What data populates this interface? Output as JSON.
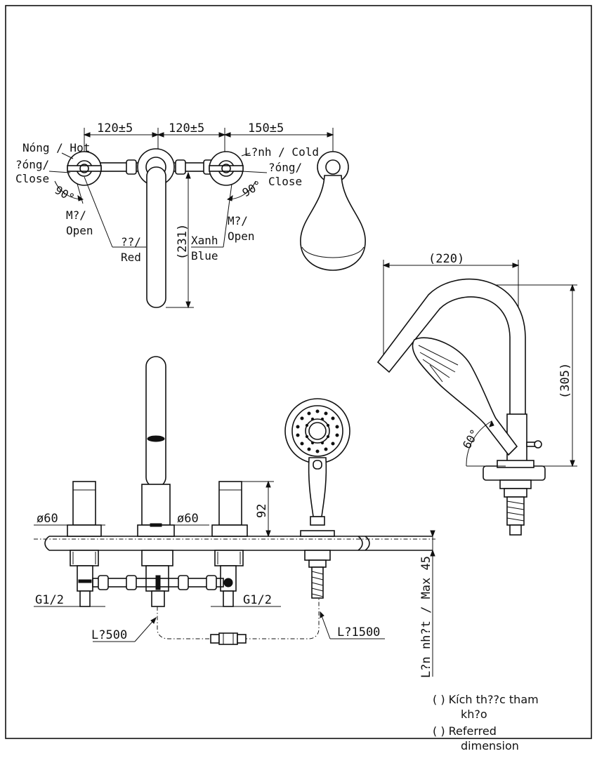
{
  "top_view": {
    "dims": [
      "120±5",
      "120±5",
      "150±5"
    ],
    "hot_label_1": "Nóng / Hot",
    "close_left_1": "?óng/",
    "close_left_2": "Close",
    "angle_left": "90°",
    "open_left_1": "M?/",
    "open_left_2": "Open",
    "red_1": "??/",
    "red_2": "Red",
    "spout_dim": "(231)",
    "blue_1": "Xanh",
    "blue_2": "Blue",
    "open_right_1": "M?/",
    "open_right_2": "Open",
    "cold_label": "L?nh / Cold",
    "close_right_1": "?óng/",
    "close_right_2": "Close",
    "angle_right": "90°"
  },
  "side_view": {
    "width_dim": "(220)",
    "height_dim": "(305)",
    "angle": "60°"
  },
  "front_view": {
    "dia_left": "ø60",
    "dia_mid": "ø60",
    "handle_height": "92",
    "thread_left": "G1/2",
    "thread_right": "G1/2",
    "hose_short": "L?500",
    "hose_long": "L?1500",
    "deck_note": "L?n nh?t / Max 45"
  },
  "legend": {
    "line_vi_1": "( ) Kích th??c tham",
    "line_vi_2": "kh?o",
    "line_en_1": "( ) Referred",
    "line_en_2": "dimension"
  }
}
